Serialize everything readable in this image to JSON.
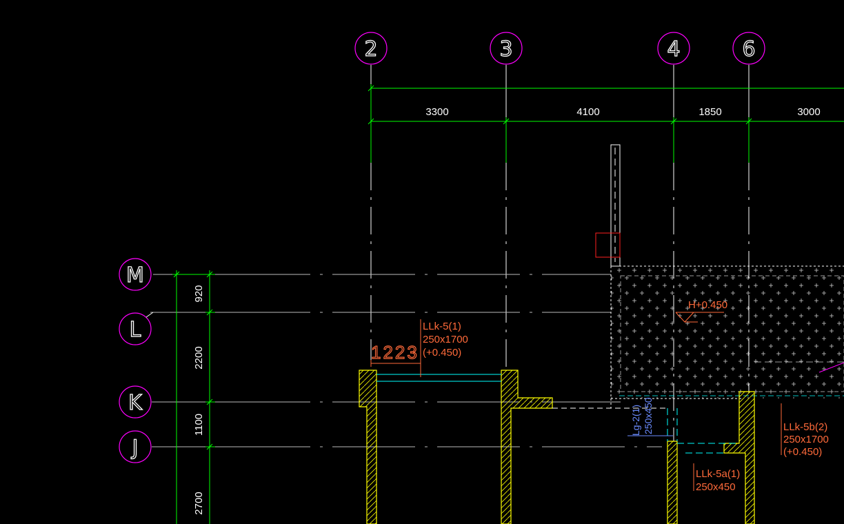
{
  "colors": {
    "background": "#000000",
    "grid_bubble": "#ff00ff",
    "dimension_line": "#00ff00",
    "grid_line": "#ffffff",
    "wall": "#ffff00",
    "beam_label": "#ff6a3a",
    "beam_line": "#00ffff",
    "slab_hatch": "#ffffff",
    "small_beam_label": "#6b8cff",
    "marker": "#ff2020"
  },
  "vertical_axes": [
    {
      "label": "2"
    },
    {
      "label": "3"
    },
    {
      "label": "4"
    },
    {
      "label": "6"
    }
  ],
  "horizontal_axes": [
    {
      "label": "M"
    },
    {
      "label": "L"
    },
    {
      "label": "K"
    },
    {
      "label": "J"
    }
  ],
  "top_dimensions": [
    "3300",
    "4100",
    "1850",
    "3000"
  ],
  "left_dimensions": [
    "920",
    "2200",
    "1100",
    "2700"
  ],
  "annotations": {
    "beam_5": {
      "line1": "LLk-5(1)",
      "line2": "250x1700",
      "line3": "(+0.450)"
    },
    "offset_value": "1223",
    "slab_elevation": "H+0.450",
    "beam_5b": {
      "line1": "LLk-5b(2)",
      "line2": "250x1700",
      "line3": "(+0.450)"
    },
    "beam_5a": {
      "line1": "LLk-5a(1)",
      "line2": "250x450"
    },
    "beam_lg": {
      "line1": "Lg-2(1)",
      "line2": "250x450"
    }
  }
}
